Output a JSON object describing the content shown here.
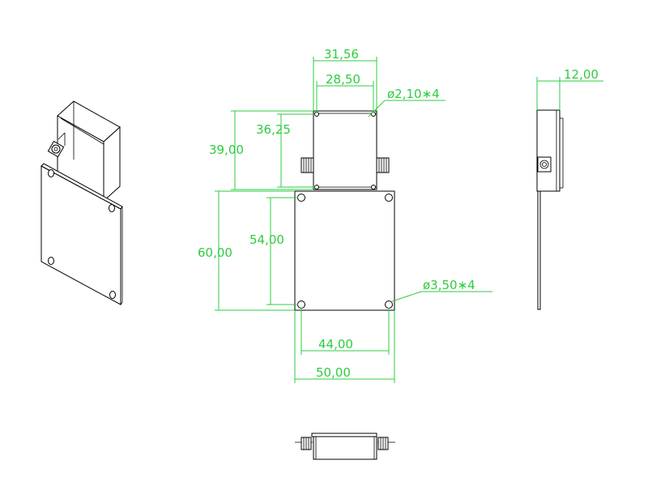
{
  "dimensions": {
    "top_outer_width": "31,56",
    "top_inner_width": "28,50",
    "top_hole_callout": "ø2,10∗4",
    "top_inner_height": "36,25",
    "top_outer_height": "39,00",
    "side_thickness": "12,00",
    "plate_outer_height": "60,00",
    "plate_inner_height": "54,00",
    "plate_hole_callout": "ø3,50∗4",
    "plate_inner_width": "44,00",
    "plate_outer_width": "50,00"
  },
  "colors": {
    "dimension": "#2ecc40",
    "outline": "#000000",
    "background": "#ffffff"
  }
}
